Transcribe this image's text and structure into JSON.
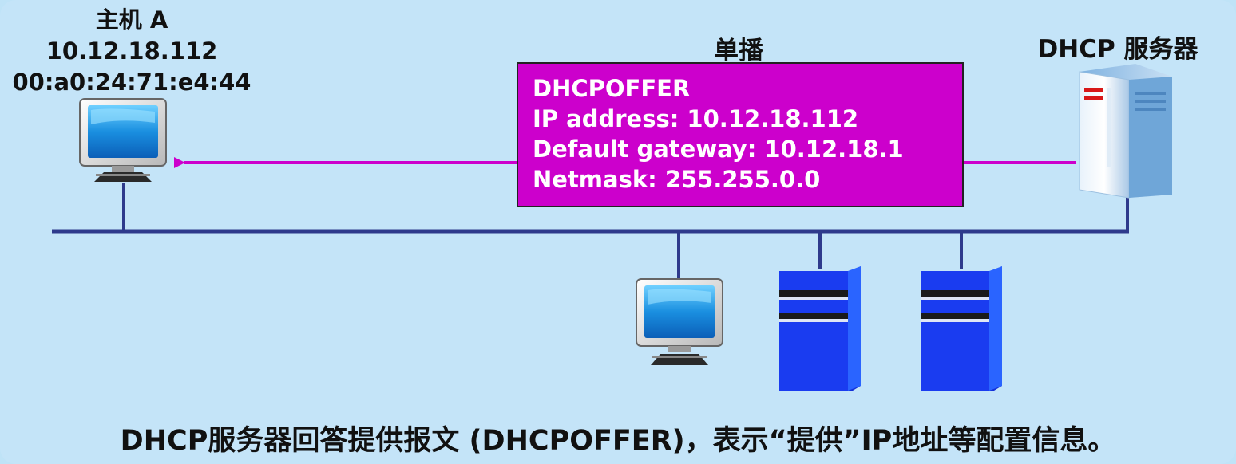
{
  "host_a": {
    "name": "主机 A",
    "ip": "10.12.18.112",
    "mac": "00:a0:24:71:e4:44"
  },
  "transmission_label": "单播",
  "server_label": "DHCP 服务器",
  "offer_message": {
    "type": "DHCPOFFER",
    "ip_line": "IP address: 10.12.18.112",
    "gateway_line": "Default gateway: 10.12.18.1",
    "netmask_line": "Netmask: 255.255.0.0"
  },
  "caption": "DHCP服务器回答提供报文 (DHCPOFFER)，表示“提供”IP地址等配置信息。",
  "colors": {
    "background": "#c4e4f8",
    "bus_line": "#2e3a8c",
    "message_box": "#cc00cc",
    "arrow": "#cc00cc",
    "server_blue": "#1a3cf0"
  },
  "icons": [
    "computer-monitor-icon",
    "dhcp-server-tower-icon",
    "server-tower-icon"
  ]
}
